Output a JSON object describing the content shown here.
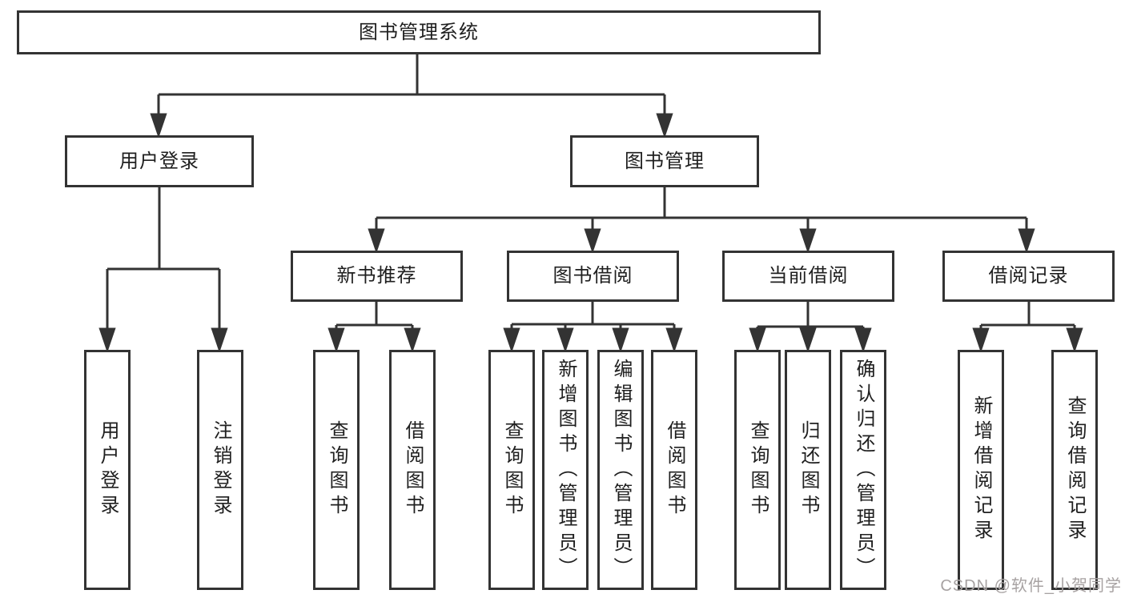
{
  "diagram": {
    "root": {
      "label": "图书管理系统"
    },
    "branches": [
      {
        "label": "用户登录",
        "children": [
          {
            "label": "用户登录"
          },
          {
            "label": "注销登录"
          }
        ]
      },
      {
        "label": "图书管理",
        "children": [
          {
            "label": "新书推荐",
            "children": [
              {
                "label": "查询图书"
              },
              {
                "label": "借阅图书"
              }
            ]
          },
          {
            "label": "图书借阅",
            "children": [
              {
                "label": "查询图书"
              },
              {
                "label": "新增图书（管理员）"
              },
              {
                "label": "编辑图书（管理员）"
              },
              {
                "label": "借阅图书"
              }
            ]
          },
          {
            "label": "当前借阅",
            "children": [
              {
                "label": "查询图书"
              },
              {
                "label": "归还图书"
              },
              {
                "label": "确认归还（管理员）"
              }
            ]
          },
          {
            "label": "借阅记录",
            "children": [
              {
                "label": "新增借阅记录"
              },
              {
                "label": "查询借阅记录"
              }
            ]
          }
        ]
      }
    ]
  },
  "watermark": {
    "text": "CSDN @软件_小贺同学"
  },
  "colors": {
    "line": "#333333",
    "text": "#1f1f1f",
    "background": "#ffffff",
    "watermark": "#a7a2a2"
  }
}
